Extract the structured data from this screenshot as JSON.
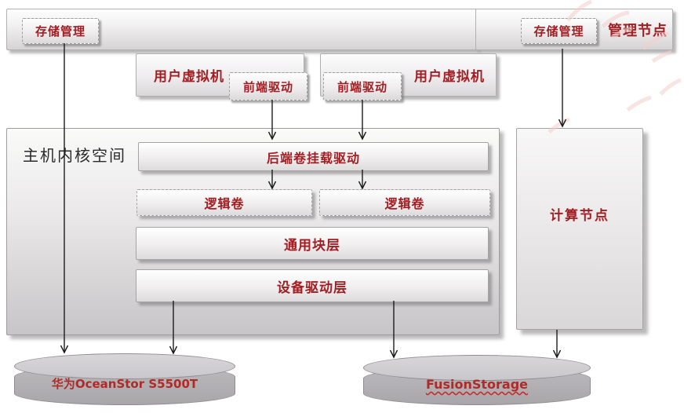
{
  "diagram": {
    "management_left": {
      "button": "存储管理"
    },
    "management_right": {
      "button": "存储管理",
      "node_label": "管理节点"
    },
    "vm_left": {
      "label": "用户虚拟机",
      "frontend_driver": "前端驱动"
    },
    "vm_right": {
      "label": "用户虚拟机",
      "frontend_driver": "前端驱动"
    },
    "kernel_space": {
      "label": "主机内核空间",
      "backend_mount_driver": "后端卷挂载驱动",
      "logical_volume_left": "逻辑卷",
      "logical_volume_right": "逻辑卷",
      "generic_block_layer": "通用块层",
      "device_driver_layer": "设备驱动层"
    },
    "compute_node": {
      "label": "计算节点"
    },
    "storage": {
      "san": "华为OceanStor S5500T",
      "distributed": "FusionStorage"
    },
    "colors": {
      "accent_text": "#a21e22",
      "arrow": "#1c1c1c",
      "box_border": "#a5a3a4",
      "cylinder_fill": "#b0aeb1",
      "watermark": "#f2d0cc"
    }
  }
}
